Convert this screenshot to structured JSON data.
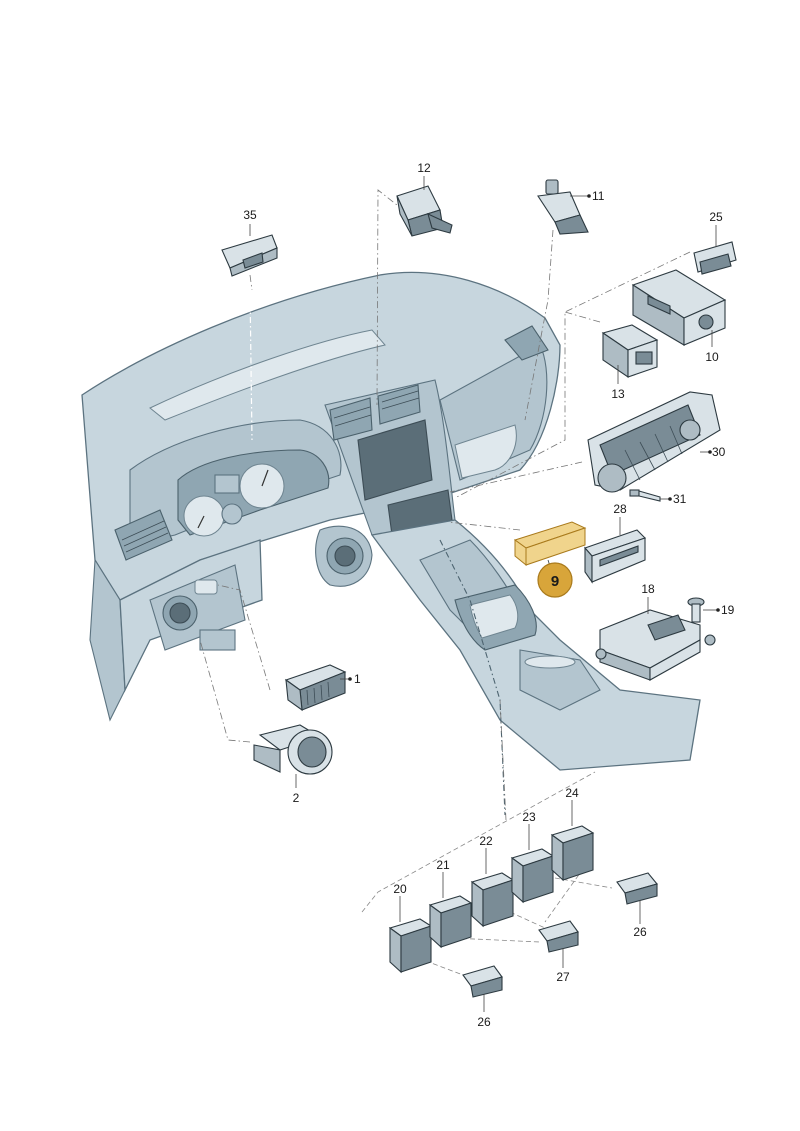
{
  "callouts": [
    {
      "id": "c35",
      "text": "35"
    },
    {
      "id": "c12",
      "text": "12"
    },
    {
      "id": "c11",
      "text": "11"
    },
    {
      "id": "c25",
      "text": "25"
    },
    {
      "id": "c10",
      "text": "10"
    },
    {
      "id": "c13",
      "text": "13"
    },
    {
      "id": "c30",
      "text": "30"
    },
    {
      "id": "c31",
      "text": "31"
    },
    {
      "id": "c28",
      "text": "28"
    },
    {
      "id": "c9",
      "text": "9"
    },
    {
      "id": "c18",
      "text": "18"
    },
    {
      "id": "c19",
      "text": "19"
    },
    {
      "id": "c1",
      "text": "1"
    },
    {
      "id": "c2",
      "text": "2"
    },
    {
      "id": "c24",
      "text": "24"
    },
    {
      "id": "c23",
      "text": "23"
    },
    {
      "id": "c22",
      "text": "22"
    },
    {
      "id": "c21",
      "text": "21"
    },
    {
      "id": "c20",
      "text": "20"
    },
    {
      "id": "c26a",
      "text": "26"
    },
    {
      "id": "c27",
      "text": "27"
    },
    {
      "id": "c26b",
      "text": "26"
    }
  ],
  "highlight": {
    "part": "9",
    "fill": "#d8a53a",
    "stroke": "#a97a1c",
    "part_fill": "#f0d48c"
  },
  "colors": {
    "dashboard": "#c7d6de",
    "outline": "#5c7380",
    "ink": "#2d3a41"
  }
}
